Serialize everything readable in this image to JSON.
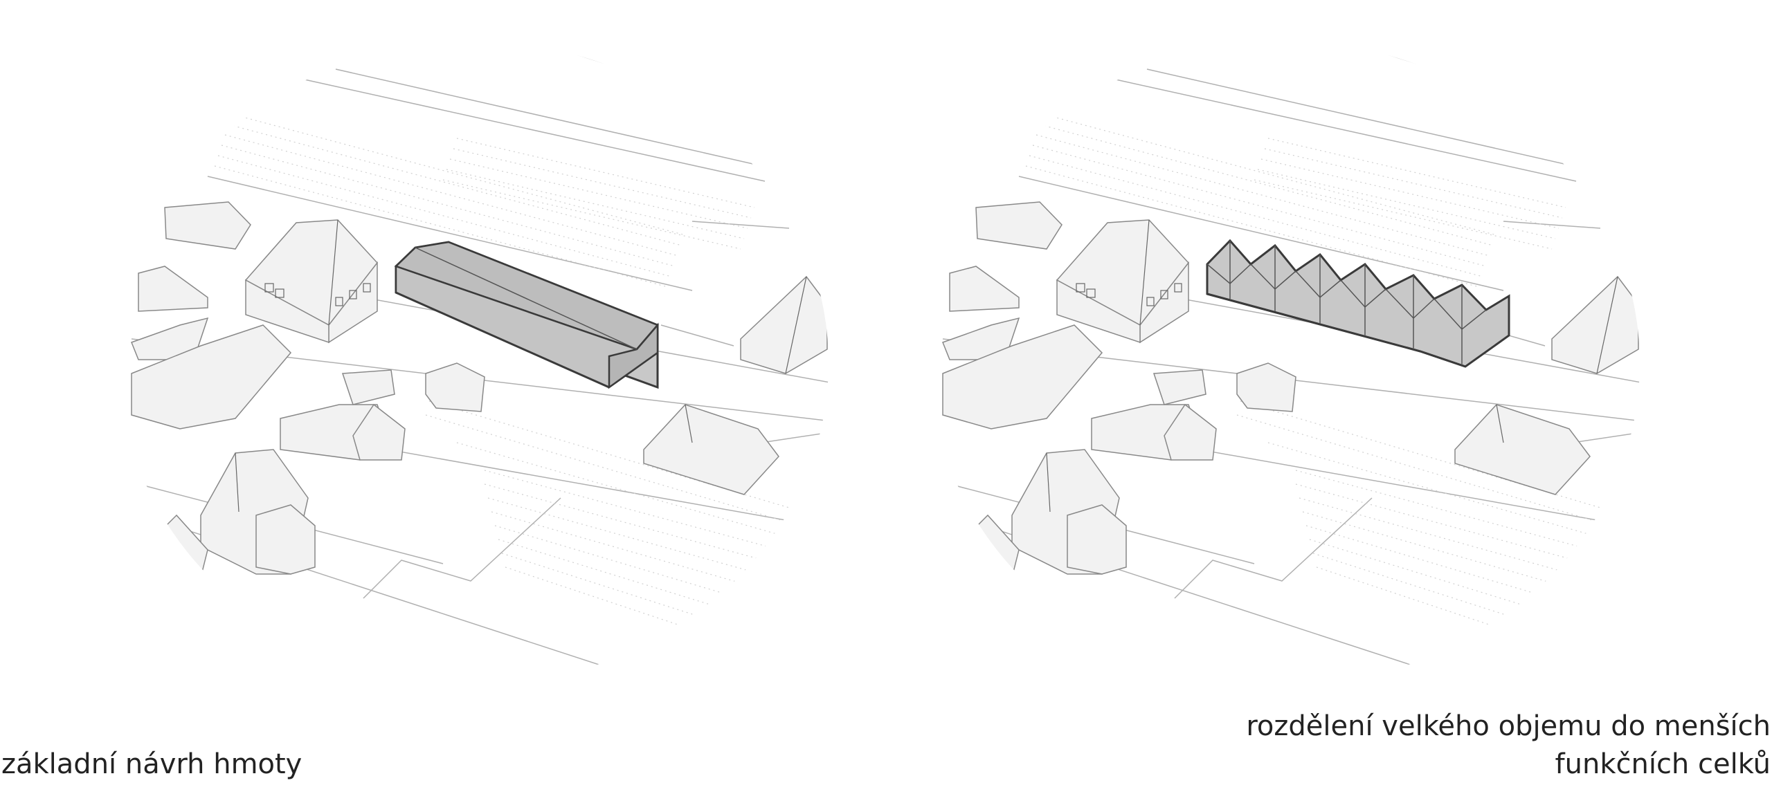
{
  "captions": {
    "left": "základní návrh hmoty",
    "right_line1": "rozdělení velkého objemu do menších",
    "right_line2": "funkčních celků"
  },
  "panels": [
    {
      "name": "basic-mass-design",
      "variant": "single-volume"
    },
    {
      "name": "divided-volume-design",
      "variant": "sawtooth-segments"
    }
  ],
  "colors": {
    "background": "#ffffff",
    "context_building": "#f2f2f2",
    "context_line": "#aaaaaa",
    "highlight_building": "#c8c8c8",
    "highlight_stroke": "#3a3a3a",
    "text": "#222222"
  }
}
